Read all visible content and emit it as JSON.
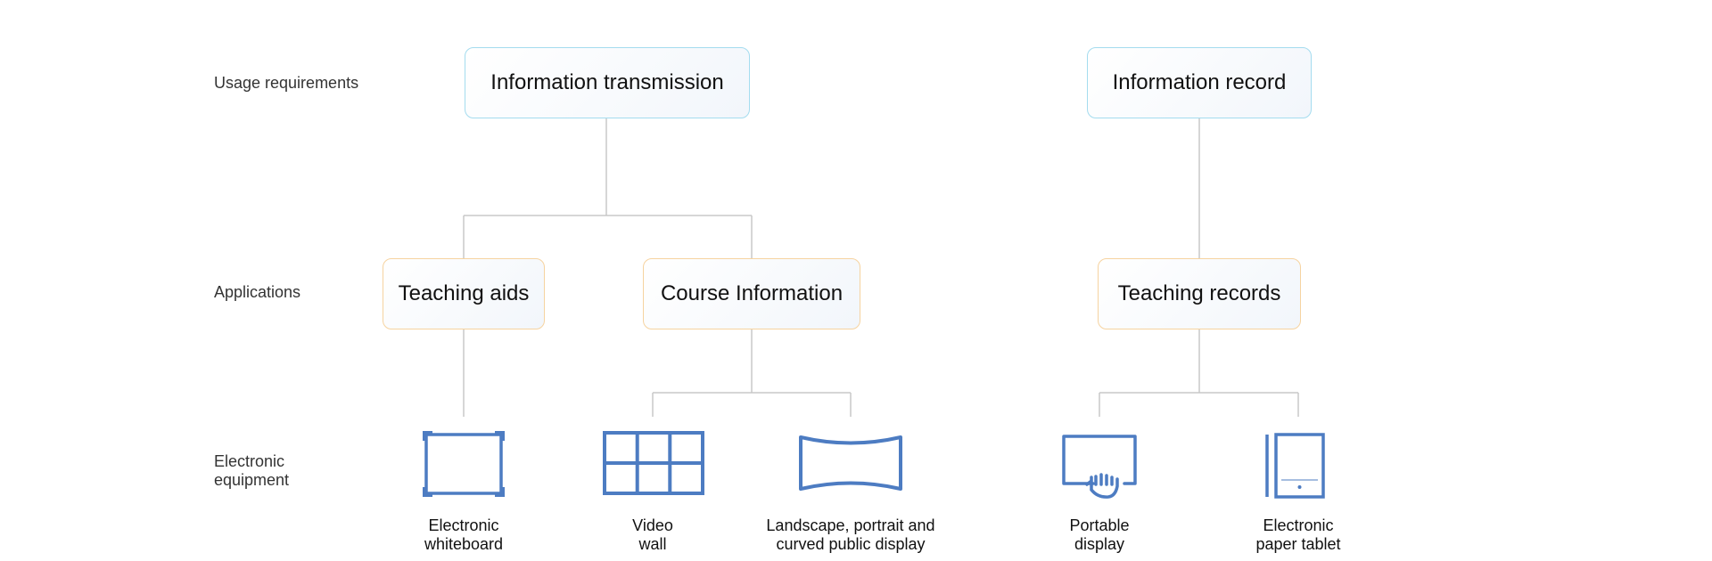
{
  "colors": {
    "connector": "#c8c8c8",
    "requirement_border": "#a4dcef",
    "application_border": "#f6d3a0",
    "icon": "#4d7cc2"
  },
  "row_labels": {
    "usage": "Usage requirements",
    "applications": "Applications",
    "equipment": "Electronic\nequipment"
  },
  "requirements": [
    {
      "label": "Information transmission"
    },
    {
      "label": "Information record"
    }
  ],
  "applications": [
    {
      "label": "Teaching aids"
    },
    {
      "label": "Course Information"
    },
    {
      "label": "Teaching records"
    }
  ],
  "devices": [
    {
      "label": "Electronic\nwhiteboard",
      "icon": "whiteboard-icon"
    },
    {
      "label": "Video\nwall",
      "icon": "video-wall-icon"
    },
    {
      "label": "Landscape, portrait and\ncurved public display",
      "icon": "curved-display-icon"
    },
    {
      "label": "Portable\ndisplay",
      "icon": "portable-display-icon"
    },
    {
      "label": "Electronic\npaper tablet",
      "icon": "paper-tablet-icon"
    }
  ]
}
